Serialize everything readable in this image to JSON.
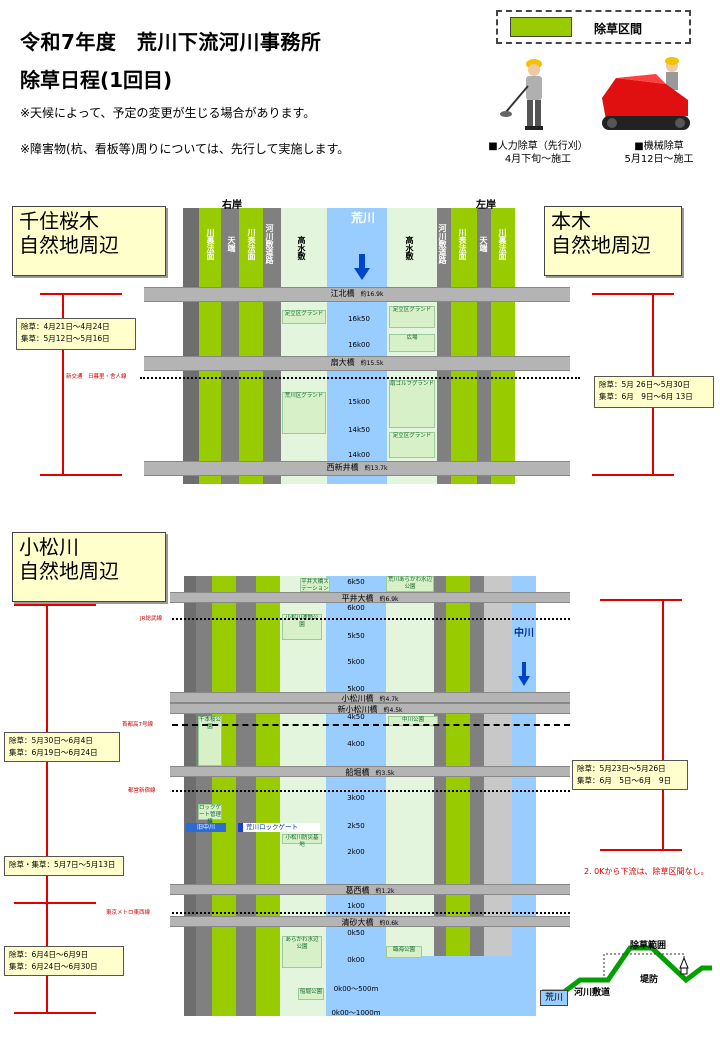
{
  "header": {
    "title": "令和7年度　荒川下流河川事務所",
    "subtitle": "除草日程(1回目)",
    "note1": "※天候によって、予定の変更が生じる場合があります。",
    "note2": "※障害物(杭、看板等)周りについては、先行して実施します。"
  },
  "legend": {
    "swatch_color": "#99cc00",
    "label": "除草区間"
  },
  "methods": [
    {
      "icon": "worker-icon",
      "line1": "■人力除草（先行刈）",
      "line2": "4月下旬～施工"
    },
    {
      "icon": "mower-icon",
      "line1": "■機械除草",
      "line2": "5月12日～施工"
    }
  ],
  "colors": {
    "green": "#99cc00",
    "river": "#99ccff",
    "grey": "#808080",
    "callout": "#ffffcc",
    "red": "#e00000"
  },
  "section1": {
    "bank_right": "右岸",
    "bank_left": "左岸",
    "river_name": "荒川",
    "left_title": [
      "千住桜木",
      "自然地周辺"
    ],
    "right_title": [
      "本木",
      "自然地周辺"
    ],
    "columns": [
      "川裏法面",
      "天端",
      "川表法面",
      "河川敷道路",
      "高水敷",
      "高水敷",
      "河川敷道路",
      "川表法面",
      "天端",
      "川裏法面"
    ],
    "bridges": [
      {
        "name": "江北橋",
        "dist": "約16.9k"
      },
      {
        "name": "扇大橋",
        "dist": "約15.5k"
      },
      {
        "name": "西新井橋",
        "dist": "約13.7k"
      }
    ],
    "km": [
      "16k50",
      "16k00",
      "15k00",
      "14k50",
      "14k00"
    ],
    "parks": [
      "足立区グランド",
      "足立区グランド",
      "広場",
      "荒川区グランド",
      "扇ゴルフグランド",
      "足立区グランド"
    ],
    "rail": "新交通　日暮里・舎人線",
    "left_schedule": "除草：4月21日～4月24日\n集草：5月12日～5月16日",
    "right_schedule": "除草：5月 26日～5月30日\n集草：6月　9日～6月 13日"
  },
  "section2": {
    "title": [
      "小松川",
      "自然地周辺"
    ],
    "river_sub": "中川",
    "bridges": [
      {
        "name": "平井大橋",
        "dist": "約6.9k"
      },
      {
        "name": "小松川橋",
        "dist": "約4.7k"
      },
      {
        "name": "新小松川橋",
        "dist": "約4.5k"
      },
      {
        "name": "船堀橋",
        "dist": "約3.5k"
      },
      {
        "name": "葛西橋",
        "dist": "約1.2k"
      },
      {
        "name": "清砂大橋",
        "dist": "約0.6k"
      }
    ],
    "km_top": "6k50",
    "km": [
      "6k00",
      "5k50",
      "5k00",
      "5k00",
      "4k50",
      "4k00",
      "3k00",
      "2k50",
      "2k00",
      "1k00",
      "0k50",
      "0k00",
      "0k00～500m",
      "0k00～1000m"
    ],
    "parks": [
      "平井大橋ステーション",
      "荒川あらかわ水辺公園",
      "小松川運動公園",
      "千本桜公園",
      "中川公園",
      "ロックゲート管理棟",
      "旧中川",
      "荒川ロックゲート",
      "小松川防災基地",
      "あらかわ水辺公園",
      "臨海公園",
      "船堀公園"
    ],
    "rails": [
      "JR総武線",
      "首都高7号線",
      "都営新宿線",
      "東京メトロ東西線"
    ],
    "schedules": [
      "除草：5月30日～6月4日\n集草：6月19日～6月24日",
      "除草・集草：5月7日～5月13日",
      "除草：6月4日～6月9日\n集草：6月24日～6月30日",
      "除草：5月23日～5月26日\n集草：6月　5日～6月　9日"
    ],
    "red_note": "2. 0Kから下流は、除草区間なし。"
  },
  "cross_section": {
    "range_label": "除草範囲",
    "embankment": "堤防",
    "river": "荒川",
    "road": "河川敷道"
  }
}
